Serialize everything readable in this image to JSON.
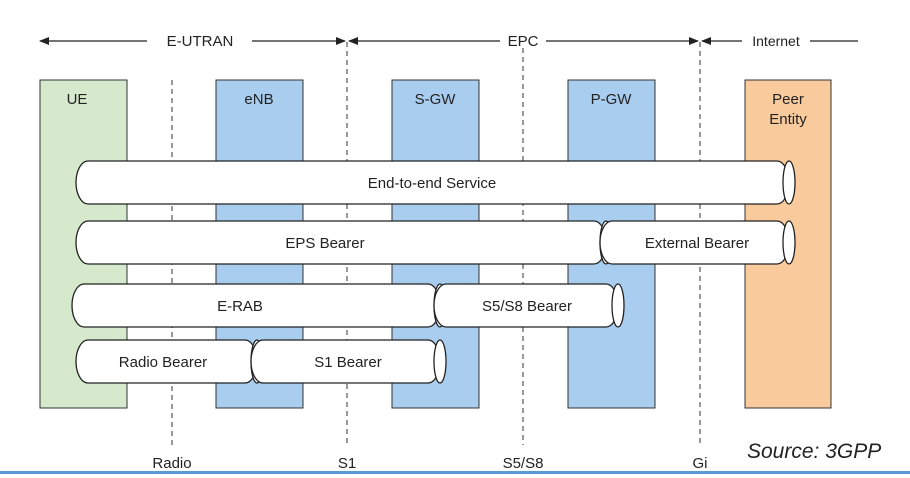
{
  "domains": {
    "e_utran": "E-UTRAN",
    "epc": "EPC",
    "internet": "Internet"
  },
  "nodes": {
    "ue": "UE",
    "enb": "eNB",
    "sgw": "S-GW",
    "pgw": "P-GW",
    "peer_line1": "Peer",
    "peer_line2": "Entity"
  },
  "bearers": {
    "end_to_end": "End-to-end Service",
    "eps": "EPS Bearer",
    "external": "External Bearer",
    "erab": "E-RAB",
    "s5s8": "S5/S8 Bearer",
    "radio": "Radio Bearer",
    "s1": "S1 Bearer"
  },
  "interfaces": {
    "radio": "Radio",
    "s1": "S1",
    "s5s8": "S5/S8",
    "gi": "Gi"
  },
  "source": "Source: 3GPP",
  "colors": {
    "ue": "#d6e9cc",
    "node_blue": "#a9cdee",
    "peer": "#f9cb9c",
    "rule": "#5b9bd5"
  }
}
